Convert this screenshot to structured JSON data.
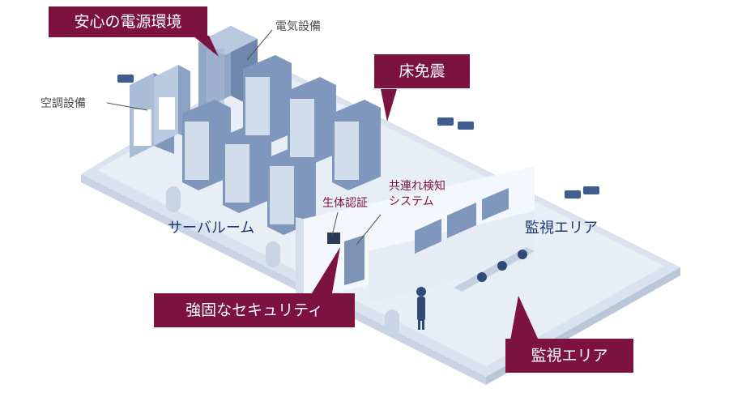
{
  "callouts": {
    "power": "安心の電源環境",
    "floor": "床免震",
    "security": "強固なセキュリティ",
    "monitor": "監視エリア"
  },
  "labels": {
    "electrical": "電気設備",
    "aircon": "空調設備",
    "server_room": "サーバルーム",
    "monitor_area": "監視エリア",
    "biometric": "生体認証",
    "tailgating_line1": "共連れ検知",
    "tailgating_line2": "システム"
  },
  "colors": {
    "accent": "#7b1240",
    "navy": "#1f3a6a",
    "floor": "#e4ebf4"
  },
  "icons": [
    "security-camera-icon",
    "person-icon"
  ]
}
